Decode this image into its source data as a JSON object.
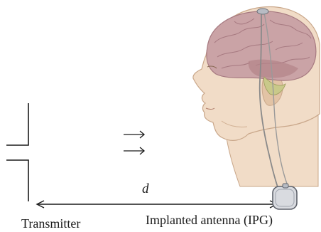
{
  "labels": {
    "distance": "d",
    "transmitter": "Transmitter",
    "implant": "Implanted antenna (IPG)"
  },
  "icons": {
    "head": "human-head-with-brain",
    "device": "implanted-pulse-generator",
    "waves": "propagation-arrows"
  },
  "colors": {
    "line": "#1a1a1a",
    "skin": "#f1dcc7",
    "skin_shadow": "#e2c3a5",
    "brain": "#caa3a6",
    "brain_dark": "#b38389",
    "cerebellum": "#c9c98a",
    "lead": "#8a8a8a",
    "device": "#d9dbe0"
  }
}
